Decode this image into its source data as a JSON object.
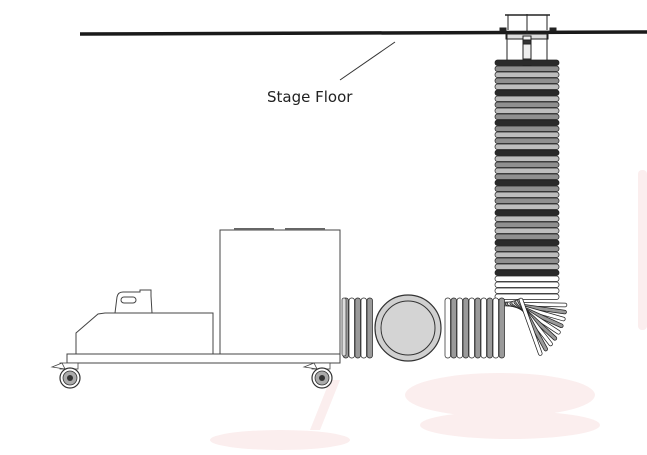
{
  "diagram": {
    "type": "technical-line-drawing",
    "subject": "Fog machine on wheeled cart with flexible duct routed up to under-stage outlet",
    "labels": {
      "stage_floor": "Stage Floor"
    },
    "components": [
      "stage-floor-line",
      "floor-outlet-vent",
      "vertical-flexible-duct",
      "elbow-bend",
      "horizontal-flexible-duct",
      "inline-circular-fan",
      "cooler-box",
      "fog-machine",
      "fluid-container",
      "cart-platform",
      "caster-wheels"
    ],
    "colors": {
      "line": "#222222",
      "duct_fill_dark": "#8a8a8a",
      "duct_fill_light": "#c8c8c8",
      "fan_fill": "#d4d4d4",
      "smudge": "#fbeeee"
    }
  }
}
